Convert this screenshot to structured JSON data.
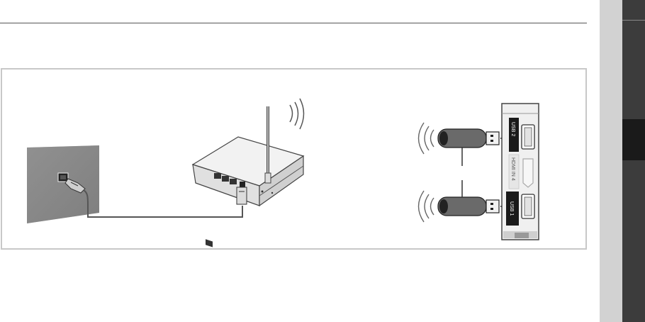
{
  "tv_panel": {
    "usb2_label": "USB 2",
    "hdmi_label": "HDMI IN 4",
    "usb1_label": "USB 1"
  },
  "icons": [
    "wall-lan-jack-icon",
    "wireless-router-icon",
    "wireless-waves-icon",
    "usb-wireless-adapter-icon",
    "usb-port-icon",
    "hdmi-port-icon"
  ]
}
